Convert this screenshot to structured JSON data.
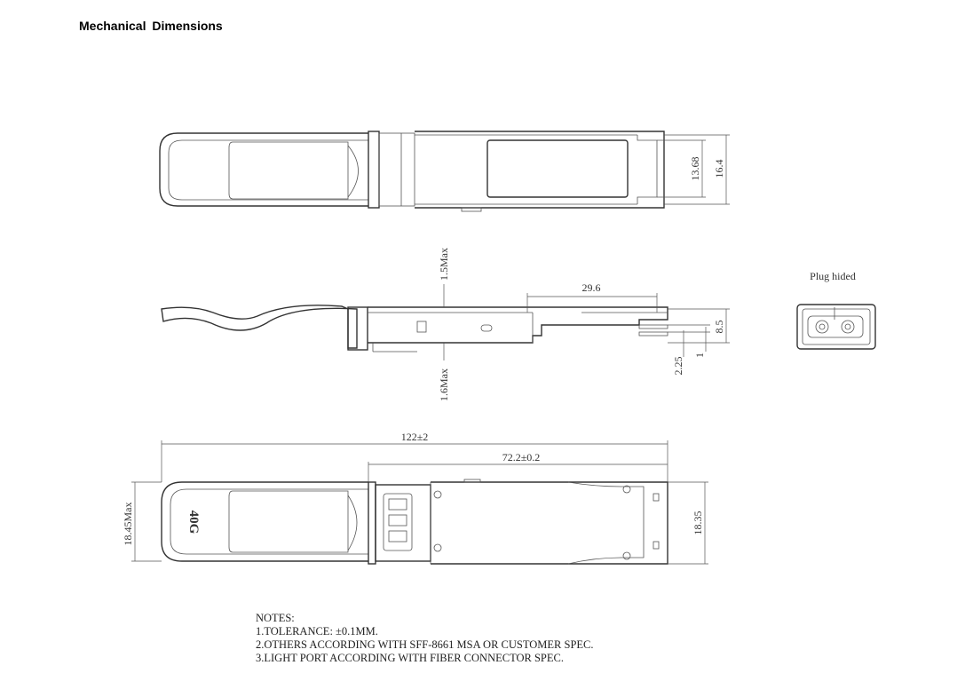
{
  "title": "Mechanical Dimensions",
  "views": {
    "top": {
      "dim_inner_height": "13.68",
      "dim_outer_height": "16.4"
    },
    "side": {
      "dim_top_clearance": "1.5Max",
      "dim_bottom_clearance": "1.6Max",
      "dim_connector_length": "29.6",
      "dim_height": "8.5",
      "dim_pcb_offset": "2.25",
      "dim_pcb_thickness": "1"
    },
    "bottom": {
      "dim_total_length": "122±2",
      "dim_body_length": "72.2±0.2",
      "dim_body_width": "18.35",
      "dim_handle_width": "18.45Max",
      "handle_marking": "40G"
    },
    "end_view": {
      "label": "Plug hided"
    }
  },
  "notes": {
    "heading": "NOTES:",
    "items": [
      "1.TOLERANCE: ±0.1MM.",
      "2.OTHERS ACCORDING WITH SFF-8661 MSA OR CUSTOMER SPEC.",
      "3.LIGHT PORT ACCORDING WITH FIBER CONNECTOR SPEC."
    ]
  }
}
